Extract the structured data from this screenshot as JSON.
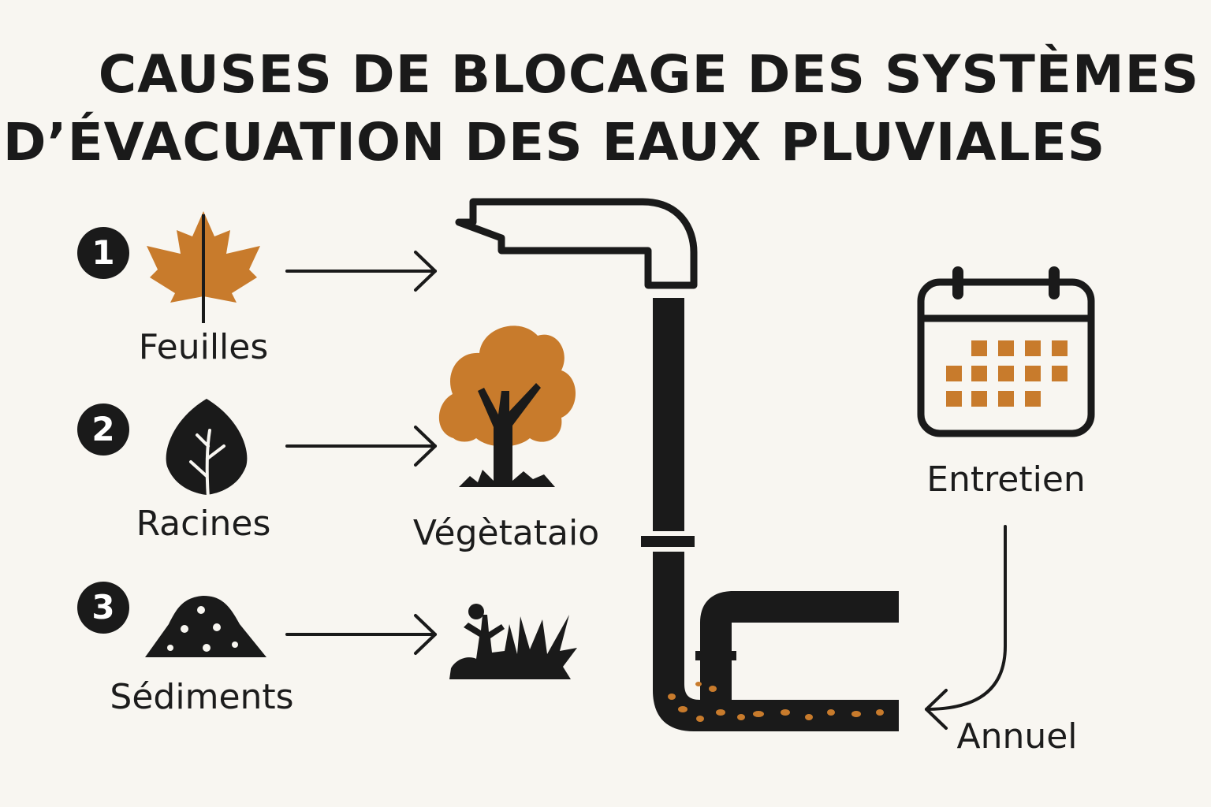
{
  "title": {
    "line1": "CAUSES DE BLOCAGE DES SYSTÈMES",
    "line2": "D’ÉVACUATION DES EAUX PLUVIALES"
  },
  "causes": [
    {
      "number": "1",
      "label": "Feuilles",
      "icon": "maple-leaf-icon"
    },
    {
      "number": "2",
      "label": "Racines",
      "icon": "leaf-roots-icon"
    },
    {
      "number": "3",
      "label": "Sédiments",
      "icon": "sediment-pile-icon"
    }
  ],
  "targets": {
    "vegetation_label": "Végètataio",
    "tree_icon": "tree-icon",
    "plants_icon": "grass-plants-icon"
  },
  "maintenance": {
    "label": "Entretien",
    "frequency": "Annuel",
    "icon": "calendar-icon"
  },
  "colors": {
    "accent": "#c87b2c",
    "ink": "#1a1a1a",
    "background": "#f8f6f1"
  }
}
